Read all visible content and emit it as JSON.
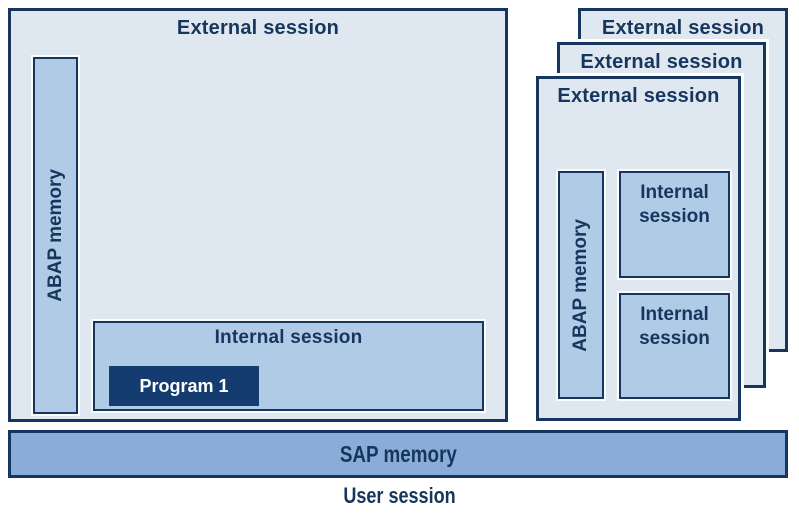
{
  "diagram": {
    "left_session": {
      "title": "External session",
      "abap_memory_label": "ABAP memory",
      "internal_session": {
        "title": "Internal session",
        "program_label": "Program 1"
      }
    },
    "right_sessions": {
      "back_title": "External session",
      "middle_title": "External session",
      "front": {
        "title": "External session",
        "abap_memory_label": "ABAP memory",
        "internal_sessions": [
          {
            "label": "Internal session"
          },
          {
            "label": "Internal session"
          }
        ]
      }
    },
    "sap_memory_label": "SAP memory",
    "user_session_label": "User session"
  },
  "colors": {
    "navy": "#17365d",
    "light_fill": "#dfe7f1",
    "medium_fill": "#b0cbe5",
    "bar_fill": "#8aacd8",
    "program_fill": "#143c70",
    "program_text": "#ffffff"
  }
}
